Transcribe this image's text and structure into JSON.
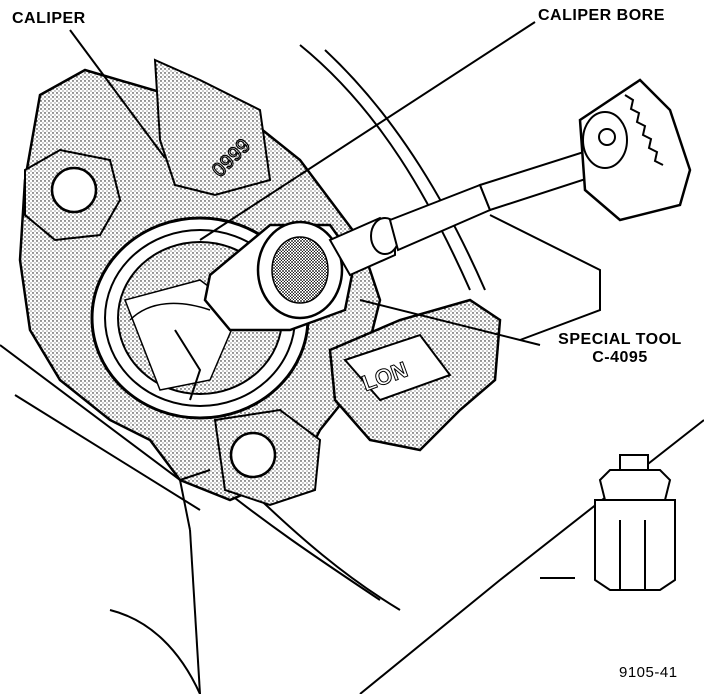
{
  "labels": {
    "caliper": "CALIPER",
    "caliper_bore": "CALIPER BORE",
    "special_tool_line1": "SPECIAL TOOL",
    "special_tool_line2": "C-4095",
    "figure_number": "9105-41"
  },
  "casting_marks": {
    "lot_mark": "LON",
    "digits": "0999"
  },
  "colors": {
    "ink": "#000000",
    "paper": "#ffffff"
  }
}
